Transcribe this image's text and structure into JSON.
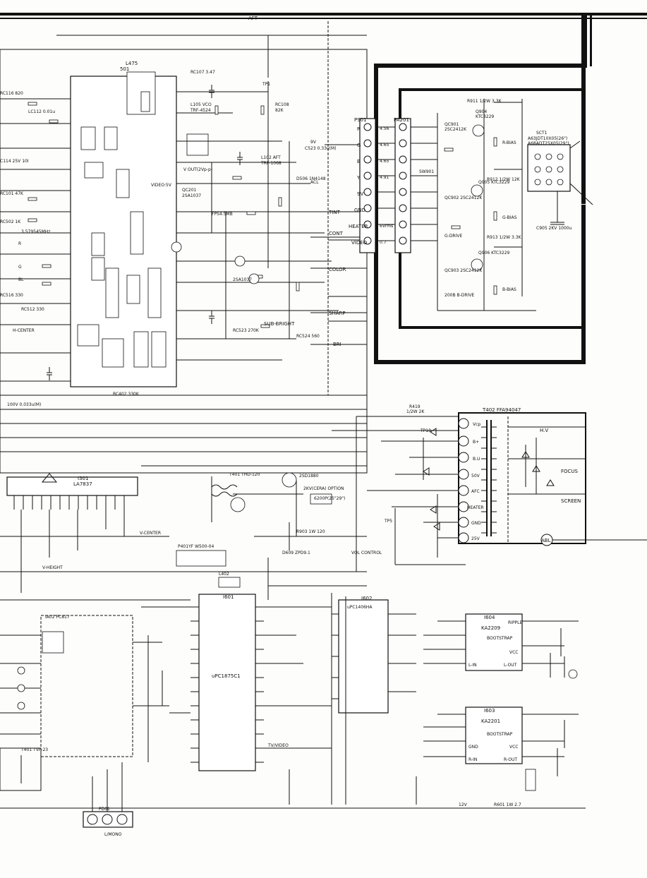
{
  "labels": {
    "aft": "AFT",
    "l475": "L475",
    "ic501": "501",
    "tp1": "TP1",
    "rc108": "RC108",
    "v82k": "82K",
    "v9v": "9V",
    "c523": "C523 0.33u(M)",
    "video5v": "VIDEO:5V",
    "qc201": "QC201",
    "q2sa1037": "2SA1037",
    "acl": "ACL",
    "tint": "TINT",
    "cont": "CONT",
    "color": "COLOR",
    "sharp": "SHARP",
    "bri": "BRI",
    "sub_bright": "SUB-BRIGHT",
    "r": "R",
    "g": "G",
    "bl": "BL"
  },
  "connector": {
    "p901": "P901",
    "pa201": "PA201",
    "pins": [
      {
        "name": "R",
        "volt": "4.56"
      },
      {
        "name": "G",
        "volt": "4.65"
      },
      {
        "name": "B",
        "volt": "4.65"
      },
      {
        "name": "Y",
        "volt": "4.91"
      },
      {
        "name": "9V",
        "volt": ""
      },
      {
        "name": "GND",
        "volt": ""
      },
      {
        "name": "HEATER",
        "volt": "6Vrms"
      },
      {
        "name": "VIDEO",
        "volt": "0.7"
      }
    ]
  },
  "rgb": {
    "q904": "Q904",
    "ktc3229": "KTC3229",
    "qc901": "QC901",
    "q2sc2412k": "2SC2412K",
    "q905": "Q905 KTC3229",
    "qc902": "QC902 2SC2412K",
    "q906": "Q906 KTC3229",
    "qc903": "QC903 2SC2412K",
    "r_bias": "R-BIAS",
    "g_bias": "G-BIAS",
    "b_bias": "B-BIAS",
    "g_drive": "G-DRIVE",
    "sw901": "SW901"
  },
  "crt": {
    "sct1": "SCT1",
    "model1": "A63JDT10X05(26\")",
    "model2": "A68ADT25X05(29\")",
    "c905": "C905 2KV 1000u"
  },
  "flyback": {
    "title": "T402 FFA94047",
    "pins": [
      "Vcp",
      "B+",
      "B.U",
      "50V",
      "AFC",
      "HEATER",
      "GND",
      "25V"
    ],
    "hv": "H.V",
    "focus": "FOCUS",
    "screen": "SCREEN",
    "abl": "ABL",
    "r419": "R419",
    "r419_val": "1/2W 2K",
    "tp10": "TP10",
    "tp5": "TP5"
  },
  "vertical": {
    "ic": "I301",
    "part": "LA7837",
    "v_center": "V-CENTER",
    "v_height": "V-HEIGHT",
    "yoke": "P401YF W500-04",
    "l402": "L402",
    "r903": "R903 1W 120",
    "d609": "D609 ZPD9.1",
    "vol_control": "VOL CONTROL"
  },
  "sound": {
    "ic": "I601",
    "part": "uPC1875C1",
    "ic2": "I602",
    "part2": "uPC1406HA",
    "tv_video": "TV/VIDEO",
    "ia02": "IA02 PC817",
    "t401": "T401 TVP-23",
    "pd01": "PD01",
    "l_mono": "L/MONO",
    "v12": "12V",
    "r601": "R601 1W 2.7"
  },
  "amp": {
    "upper": {
      "ic": "I604",
      "part": "KA2209",
      "ripple": "RIPPLE",
      "bootstrap": "BOOTSTRAP",
      "vcc": "VCC",
      "out": "L-OUT",
      "in": "L-IN"
    },
    "lower": {
      "ic": "I603",
      "part": "KA2201",
      "bootstrap": "BOOTSTRAP",
      "vcc": "VCC",
      "out": "R-OUT",
      "in": "R-IN",
      "gnd": "GND"
    }
  }
}
